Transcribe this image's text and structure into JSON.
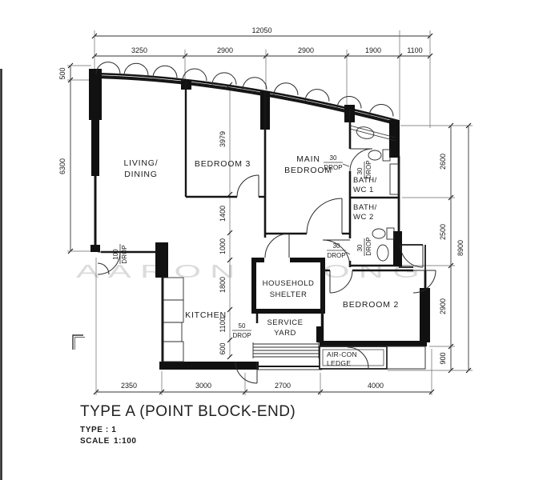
{
  "plan": {
    "title": "TYPE A (POINT BLOCK-END)",
    "type_line": "TYPE : 1",
    "scale_label": "SCALE",
    "scale_value": "1:100",
    "watermark": "AARON LEONG"
  },
  "rooms": {
    "living1": "LIVING/",
    "living2": "DINING",
    "bed3": "BEDROOM 3",
    "main1": "MAIN",
    "main2": "BEDROOM",
    "bath1a": "BATH/",
    "bath1b": "WC 1",
    "bath2a": "BATH/",
    "bath2b": "WC 2",
    "kitchen": "KITCHEN",
    "shelter1": "HOUSEHOLD",
    "shelter2": "SHELTER",
    "service1": "SERVICE",
    "service2": "YARD",
    "bed2": "BEDROOM 2",
    "aircon1": "AIR-CON",
    "aircon2": "LEDGE"
  },
  "dims": {
    "top_total": "12050",
    "top": [
      "3250",
      "2900",
      "2900",
      "1900",
      "1100"
    ],
    "left": [
      "500",
      "6300"
    ],
    "right": [
      "2600",
      "2500",
      "2900",
      "900"
    ],
    "right_total": "8900",
    "bottom": [
      "2350",
      "3000",
      "2700",
      "4000"
    ],
    "interior": [
      "3979",
      "1400",
      "1000",
      "1800",
      "1100",
      "600"
    ]
  },
  "drops": {
    "word": "DROP",
    "entrance": "100",
    "main": "30",
    "bath1": "30",
    "corridor": "30",
    "bath2": "30",
    "kitchen": "50"
  }
}
